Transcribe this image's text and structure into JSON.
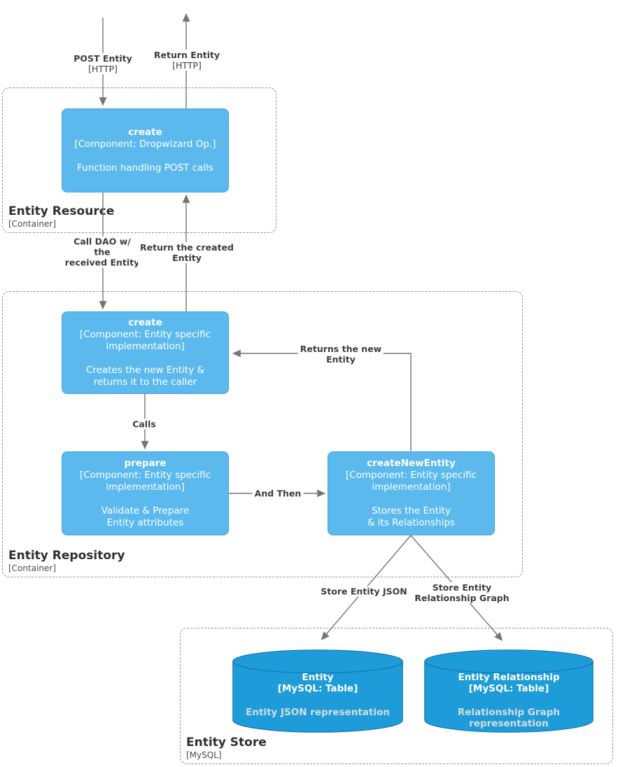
{
  "colors": {
    "component_fill": "#5CB9EE",
    "component_stroke": "#45A1DB",
    "component_text": "#FFFFFF",
    "database_fill": "#1E9CD9",
    "database_stroke": "#1478A9",
    "database_title_text": "#FFFFFF",
    "database_desc_text": "#D8DCDE",
    "arrow": "#757575",
    "edge_label_text": "#3D3D3D",
    "container_border": "#8F8F8F",
    "container_title_text": "#2F2F2F"
  },
  "containers": [
    {
      "id": "entity-resource",
      "title": "Entity Resource",
      "subtitle": "[Container]"
    },
    {
      "id": "entity-repository",
      "title": "Entity Repository",
      "subtitle": "[Container]"
    },
    {
      "id": "entity-store",
      "title": "Entity Store",
      "subtitle": "[MySQL]"
    }
  ],
  "components": [
    {
      "id": "create-resource",
      "title": "create",
      "meta": [
        "[Component: Dropwizard Op.]"
      ],
      "desc": [
        "Function handling POST calls"
      ]
    },
    {
      "id": "create-repository",
      "title": "create",
      "meta": [
        "[Component: Entity specific",
        "implementation]"
      ],
      "desc": [
        "Creates the new Entity &",
        "returns it to the caller"
      ]
    },
    {
      "id": "prepare",
      "title": "prepare",
      "meta": [
        "[Component: Entity specific",
        "implementation]"
      ],
      "desc": [
        "Validate & Prepare",
        "Entity attributes"
      ]
    },
    {
      "id": "create-new-entity",
      "title": "createNewEntity",
      "meta": [
        "[Component: Entity specific",
        "implementation]"
      ],
      "desc": [
        "Stores the Entity",
        "& its Relationships"
      ]
    }
  ],
  "databases": [
    {
      "id": "entity-table",
      "title": "Entity",
      "meta": "[MySQL: Table]",
      "desc": [
        "Entity JSON representation"
      ]
    },
    {
      "id": "entity-relationship-table",
      "title": "Entity Relationship",
      "meta": "[MySQL: Table]",
      "desc": [
        "Relationship Graph",
        "representation"
      ]
    }
  ],
  "edges": {
    "post_entity": {
      "lines": [
        "POST Entity",
        "[HTTP]"
      ]
    },
    "return_entity": {
      "lines": [
        "Return Entity",
        "[HTTP]"
      ]
    },
    "call_dao": {
      "lines": [
        "Call DAO w/",
        "the",
        "received Entity"
      ]
    },
    "return_created": {
      "lines": [
        "Return the created",
        "Entity"
      ]
    },
    "calls": {
      "lines": [
        "Calls"
      ]
    },
    "and_then": {
      "lines": [
        "And Then"
      ]
    },
    "returns_new": {
      "lines": [
        "Returns the new",
        "Entity"
      ]
    },
    "store_json": {
      "lines": [
        "Store Entity JSON"
      ]
    },
    "store_graph": {
      "lines": [
        "Store Entity",
        "Relationship Graph"
      ]
    }
  }
}
